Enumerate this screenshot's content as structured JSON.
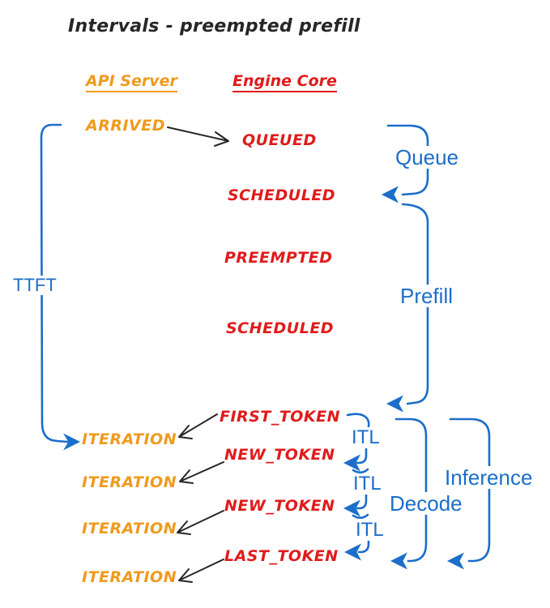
{
  "title": "Intervals - preempted prefill",
  "columns": {
    "api_server": "API Server",
    "engine_core": "Engine Core"
  },
  "api_events": {
    "arrived": "ARRIVED",
    "iteration1": "ITERATION",
    "iteration2": "ITERATION",
    "iteration3": "ITERATION",
    "iteration4": "ITERATION"
  },
  "engine_events": {
    "queued": "QUEUED",
    "scheduled1": "SCHEDULED",
    "preempted": "PREEMPTED",
    "scheduled2": "SCHEDULED",
    "first_token": "FIRST_TOKEN",
    "new_token1": "NEW_TOKEN",
    "new_token2": "NEW_TOKEN",
    "last_token": "LAST_TOKEN"
  },
  "intervals": {
    "ttft": "TTFT",
    "queue": "Queue",
    "prefill": "Prefill",
    "decode": "Decode",
    "inference": "Inference",
    "itl1": "ITL",
    "itl2": "ITL",
    "itl3": "ITL"
  },
  "colors": {
    "api-color": "#f09a1c",
    "engine-color": "#e01b1b",
    "interval-color": "#1b6ec9",
    "ink-color": "#262626",
    "bg-color": "#ffffff"
  }
}
